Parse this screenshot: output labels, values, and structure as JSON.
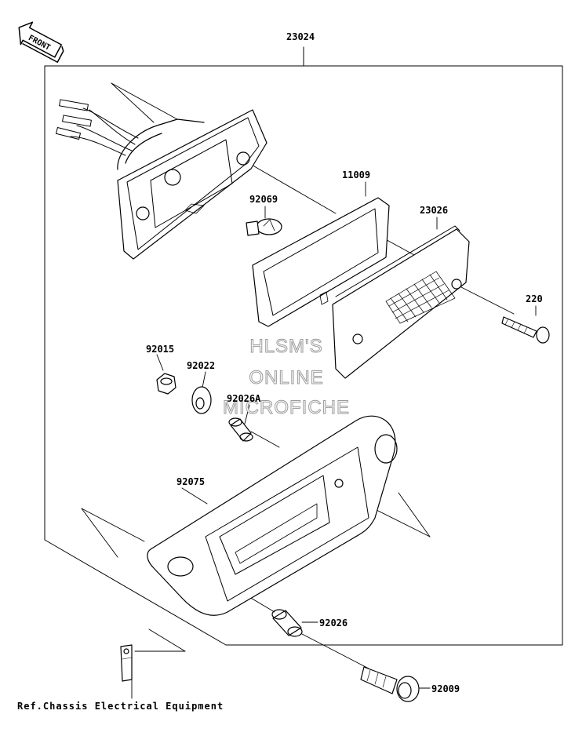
{
  "front_badge": "FRONT",
  "assembly_number": "23024",
  "parts": {
    "lens_gasket": "11009",
    "lens": "23026",
    "bulb": "92069",
    "screw": "220",
    "nut": "92015",
    "washer": "92022",
    "collar_a": "92026A",
    "housing": "92075",
    "collar": "92026",
    "bolt": "92009"
  },
  "reference_note": "Ref.Chassis Electrical Equipment",
  "watermark": {
    "line1": "HLSM'S",
    "line2": "ONLINE",
    "line3": "MICROFICHE"
  },
  "colors": {
    "line": "#000000",
    "background": "#ffffff",
    "watermark_outline": "#9a9a9a"
  }
}
